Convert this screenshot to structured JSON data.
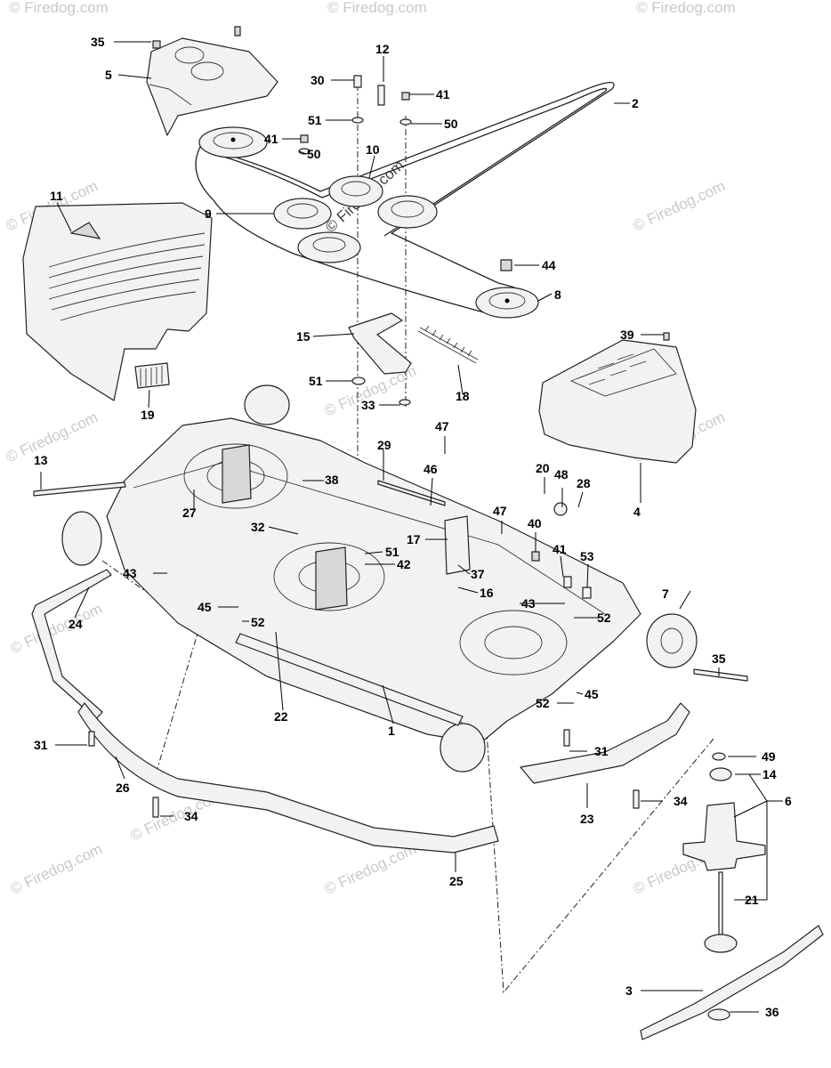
{
  "watermark": {
    "text": "© Firedog.com"
  },
  "callouts": {
    "c1": "1",
    "c2": "2",
    "c3": "3",
    "c4": "4",
    "c5": "5",
    "c6": "6",
    "c7": "7",
    "c8": "8",
    "c9": "9",
    "c10": "10",
    "c11": "11",
    "c12": "12",
    "c13": "13",
    "c14": "14",
    "c15": "15",
    "c16": "16",
    "c17": "17",
    "c18": "18",
    "c19": "19",
    "c20": "20",
    "c21": "21",
    "c22": "22",
    "c23": "23",
    "c24": "24",
    "c25": "25",
    "c26": "26",
    "c27": "27",
    "c28": "28",
    "c29": "29",
    "c30": "30",
    "c31a": "31",
    "c31b": "31",
    "c32": "32",
    "c33": "33",
    "c34a": "34",
    "c34b": "34",
    "c35a": "35",
    "c35b": "35",
    "c36": "36",
    "c37": "37",
    "c38": "38",
    "c39": "39",
    "c40": "40",
    "c41a": "41",
    "c41b": "41",
    "c41c": "41",
    "c42": "42",
    "c43a": "43",
    "c43b": "43",
    "c44": "44",
    "c45a": "45",
    "c45b": "45",
    "c46": "46",
    "c47a": "47",
    "c47b": "47",
    "c48": "48",
    "c49": "49",
    "c50a": "50",
    "c50b": "50",
    "c51a": "51",
    "c51b": "51",
    "c51c": "51",
    "c52a": "52",
    "c52b": "52",
    "c52c": "52",
    "c53": "53"
  }
}
